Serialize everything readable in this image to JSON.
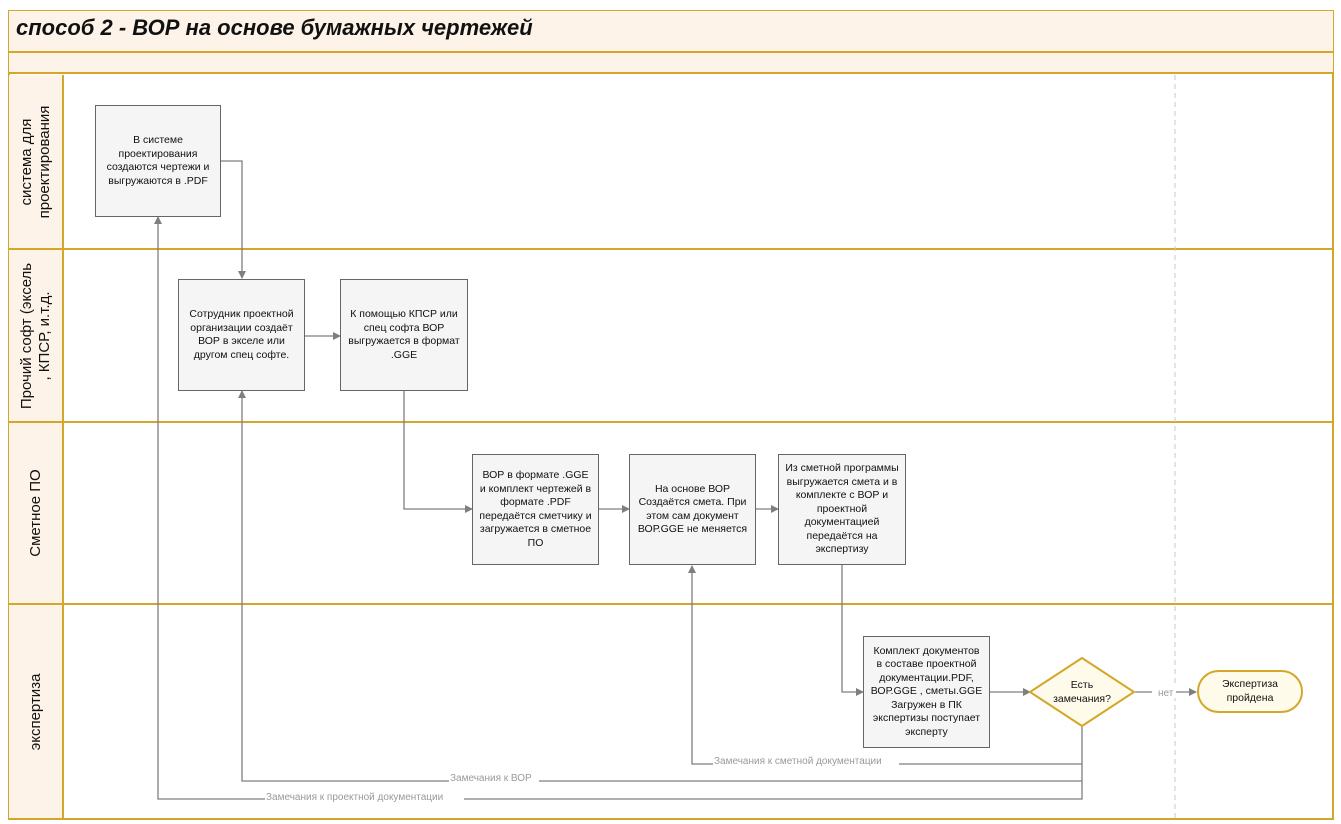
{
  "title": "способ 2 - ВОР на основе бумажных чертежей",
  "lanes": [
    {
      "label": "система для проектирования",
      "line1": "система для",
      "line2": "проектирования"
    },
    {
      "label": "Прочий софт (эксель , КПСР, и.т.д.",
      "line1": "Прочий софт (эксель",
      "line2": ", КПСР, и.т.д."
    },
    {
      "label": "Сметное ПО",
      "line1": "Сметное ПО",
      "line2": ""
    },
    {
      "label": "экспертиза",
      "line1": "экспертиза",
      "line2": ""
    }
  ],
  "nodes": {
    "n1": "В системе проектирования создаются чертежи и выгружаются в .PDF",
    "n2": "Сотрудник проектной организации создаёт ВОР в экселе или другом спец софте.",
    "n3": "К помощью КПСР или спец софта ВОР выгружается в формат .GGE",
    "n4": "ВОР в формате .GGE  и комплект чертежей в формате .PDF передаётся сметчику и загружается в сметное ПО",
    "n5": "На основе ВОР Создаётся смета. При этом сам документ ВОР.GGE не меняется",
    "n6": "Из сметной программы выгружается смета и в комплекте с ВОР и проектной документацией передаётся на экспертизу",
    "n7": "Комплект документов в составе проектной документации.PDF, ВОР.GGE , сметы.GGE Загружен в ПК экспертизы поступает эксперту",
    "decision": "Есть замечания?",
    "terminal": "Экспертиза пройдена"
  },
  "edge_labels": {
    "no": "нет",
    "smeta_remarks": "Замечания к сметной документации",
    "vor_remarks": "Замечания к ВОР",
    "design_remarks": "Замечания к проектной документации"
  },
  "colors": {
    "accent": "#d4a72c",
    "header_bg": "#fdf3e8",
    "box_fill": "#f5f5f5",
    "edge": "#7f7f7f"
  }
}
